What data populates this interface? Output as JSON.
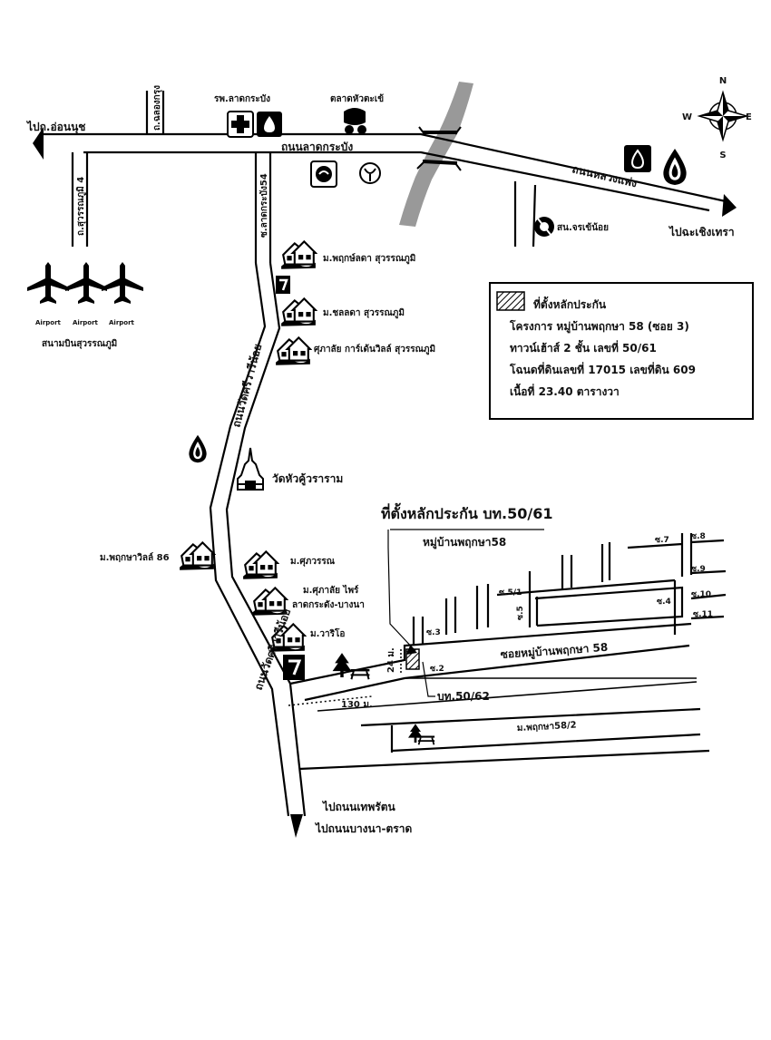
{
  "directions": {
    "west_to": "ไปถ.อ่อนนุช",
    "east_to": "ไปฉะเชิงเทรา",
    "south_to_1": "ไปถนนเทพรัตน",
    "south_to_2": "ไปถนนบางนา-ตราด"
  },
  "compass": {
    "n": "N",
    "s": "S",
    "e": "E",
    "w": "W"
  },
  "roads": {
    "lat_krabang": "ถนนลาดกระบัง",
    "luang_phaeng": "ถนนหลวงแพ่ง",
    "chalong_krung": "ถ.ฉลองกรุง",
    "suvarnabhumi4": "ถ.สุวรรณภูมิ 4",
    "lat_krabang54": "ซ.ลาดกระบัง54",
    "wat_sri_wari_noi": "ถนนวัดศรีวารีน้อย",
    "wat_sri_wari_noi_2": "ถนนวัดศรีวารีน้อย",
    "soi_phruksa58": "ซอยหมู่บ้านพฤกษา 58",
    "phruksa58_2": "ม.พฤกษา58/2"
  },
  "places": {
    "hospital": "รพ.ลาดกระบัง",
    "market": "ตลาดหัวตะเข้",
    "police": "สน.จรเข้น้อย",
    "airport_icon": "Airport",
    "airport_name": "สนามบินสุวรรณภูมิ",
    "v1": "ม.พฤกษ์ลดา สุวรรณภูมิ",
    "v2": "ม.ชลลดา สุวรรณภูมิ",
    "v3": "ศุภาลัย การ์เด้นวิลล์ สุวรรณภูมิ",
    "temple": "วัดหัวคู้วราราม",
    "v4": "ม.พฤกษาวิลล์ 86",
    "v5": "ม.ศุภวรรณ",
    "v6a": "ม.ศุภาลัย ไพร์",
    "v6b": "ลาดกระดัง-บางนา",
    "v7": "ม.วาริโอ",
    "village": "หมู่บ้านพฤกษา58"
  },
  "sois": {
    "s2": "ซ.2",
    "s3": "ซ.3",
    "s4": "ซ.4",
    "s5": "ซ.5",
    "s51": "ซ.5/1",
    "s7": "ซ.7",
    "s8": "ซ.8",
    "s9": "ซ.9",
    "s10": "ซ.10",
    "s11": "ซ.11"
  },
  "distances": {
    "d130": "130 ม.",
    "d24": "24 ม."
  },
  "collateral": {
    "main_label": "ที่ตั้งหลักประกัน บท.50/61",
    "other_label": "บท.50/62"
  },
  "legend": {
    "title": "ที่ตั้งหลักประกัน",
    "line1": "โครงการ หมู่บ้านพฤกษา 58 (ซอย 3)",
    "line2": "ทาวน์เฮ้าส์ 2 ชั้น เลขที่ 50/61",
    "line3": "โฉนดที่ดินเลขที่ 17015 เลขที่ดิน 609",
    "line4": "เนื้อที่ 23.40 ตารางวา"
  },
  "colors": {
    "ink": "#000000",
    "river": "#999999",
    "paper": "#ffffff"
  }
}
